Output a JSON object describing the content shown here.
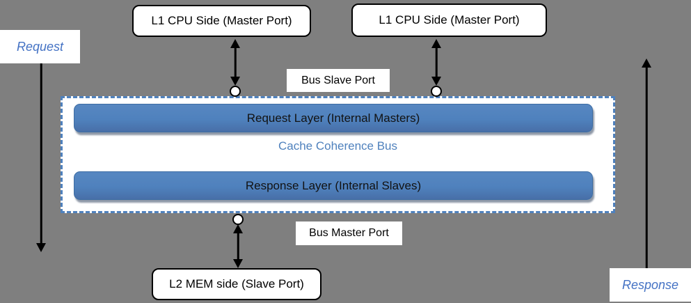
{
  "flow": {
    "request_label": "Request",
    "response_label": "Response"
  },
  "nodes": {
    "l1_cpu_left": "L1 CPU Side (Master Port)",
    "l1_cpu_right": "L1 CPU Side (Master Port)",
    "l2_mem": "L2 MEM side (Slave Port)"
  },
  "ports": {
    "bus_slave_port": "Bus Slave Port",
    "bus_master_port": "Bus Master Port"
  },
  "bus": {
    "title": "Cache Coherence Bus",
    "request_layer": "Request Layer (Internal Masters)",
    "response_layer": "Response Layer (Internal Slaves)"
  },
  "colors": {
    "background": "#7F7F7F",
    "layer_bar_fill": "#4F81BD",
    "dashed_border": "#4F81BD",
    "bus_title_text": "#4F81BD",
    "flow_label_text": "#4472C4",
    "node_border": "#000000",
    "node_background": "#FFFFFF"
  }
}
